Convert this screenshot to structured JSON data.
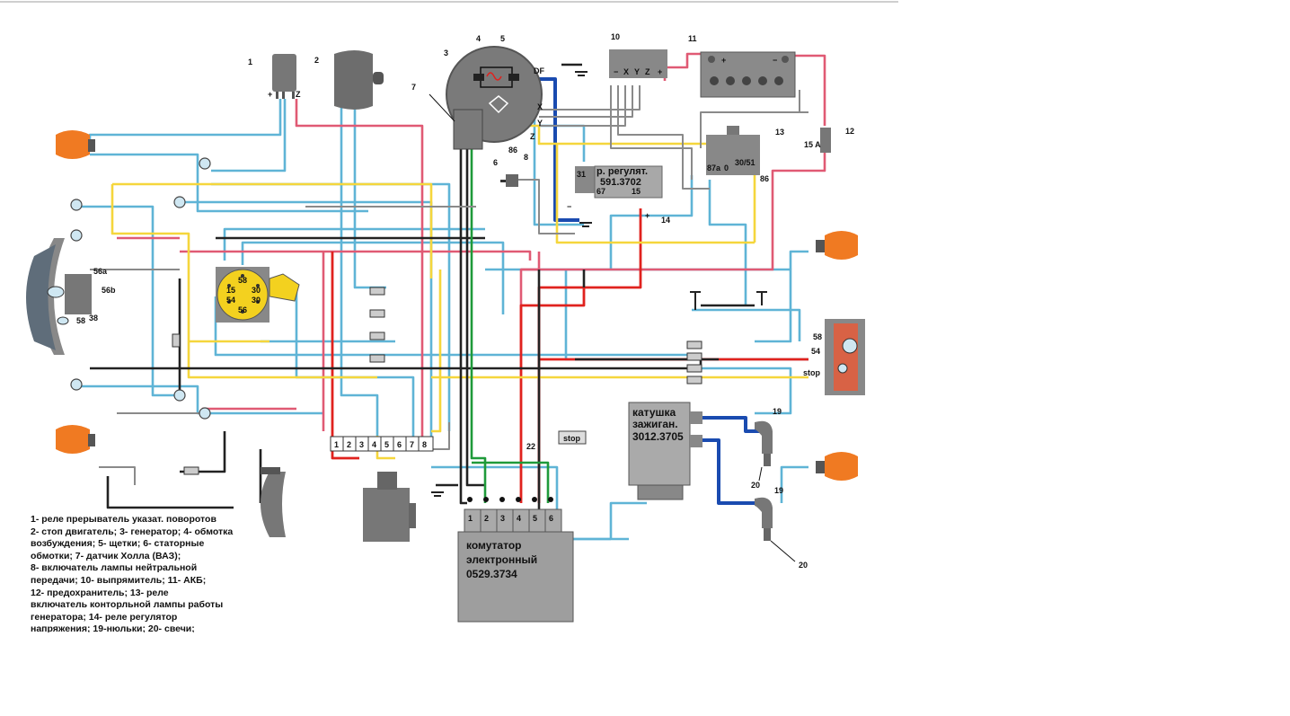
{
  "components": {
    "n1": "1",
    "n2": "2",
    "n3": "3",
    "n4": "4",
    "n5": "5",
    "n6": "6",
    "n7": "7",
    "n8": "8",
    "n10": "10",
    "n11": "11",
    "n12": "12",
    "n13": "13",
    "n14": "14",
    "n19a": "19",
    "n19b": "19",
    "n20a": "20",
    "n20b": "20",
    "n22": "22"
  },
  "terminals": {
    "relay1": [
      "+",
      "Z"
    ],
    "gen_df": "DF",
    "gen_x": "X",
    "gen_y": "Y",
    "gen_z": "Z",
    "gen_86": "86",
    "rectifier": [
      "−",
      "X",
      "Y",
      "Z",
      "+"
    ],
    "battery": [
      "+",
      "−"
    ],
    "fuse": "15 A",
    "relay13": [
      "87a",
      "0",
      "30/51",
      "86"
    ],
    "regulator_31": "31",
    "regulator_67": "67",
    "regulator_15": "15",
    "minus": "−",
    "plus": "+",
    "ignition": [
      "58",
      "15",
      "30",
      "54",
      "30",
      "56"
    ],
    "headlight": [
      "56a",
      "56b",
      "38",
      "58"
    ],
    "tail": [
      "58",
      "54",
      "stop"
    ],
    "stop_switch": "stop",
    "connector": [
      "1",
      "2",
      "3",
      "4",
      "5",
      "6",
      "7",
      "8"
    ],
    "commutator_pins": [
      "1",
      "2",
      "3",
      "4",
      "5",
      "6"
    ]
  },
  "regulator": {
    "line1": "р. регулят.",
    "line2": "591.3702"
  },
  "commutator": {
    "line1": "комутатор",
    "line2": "электронный",
    "line3": "0529.3734"
  },
  "coil": {
    "line1": "катушка",
    "line2": "зажиган.",
    "line3": "3012.3705"
  },
  "legend": [
    "1- реле прерыватель указат. поворотов",
    "2- стоп двигатель; 3- генератор; 4- обмотка",
    "возбуждения; 5- щетки; 6- статорные",
    "обмотки; 7- датчик Холла (ВАЗ);",
    "8- включатель лампы нейтральной",
    "передачи; 10- выпрямитель; 11- АКБ;",
    "12- предохранитель; 13- реле",
    "включатель конторльной лампы работы",
    "генератора; 14- реле регулятор",
    "напряжения; 19-нюльки; 20- свечи;"
  ],
  "colors": {
    "blue": "#5fb4d6",
    "dark_blue": "#1a4bb0",
    "pink": "#e05a74",
    "red": "#e0221e",
    "yellow": "#f5d63c",
    "black": "#222222",
    "grey": "#7b7b7b",
    "green": "#1f9a3a",
    "lamp_orange": "#f07a22",
    "switch_yellow": "#f3d11f"
  }
}
